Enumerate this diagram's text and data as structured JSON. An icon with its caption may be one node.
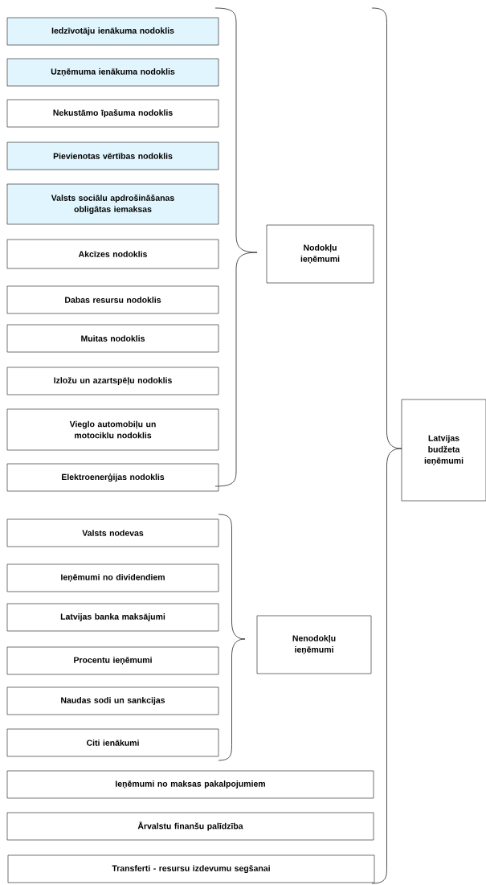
{
  "diagram": {
    "nodes": [
      {
        "text": [
          "Iedzīvotāju ienākuma nodoklis"
        ]
      },
      {
        "text": [
          "Uzņēmuma ienākuma nodoklis"
        ]
      },
      {
        "text": [
          "Nekustāmo īpašuma nodoklis"
        ]
      },
      {
        "text": [
          "Pievienotas vērtības nodoklis"
        ]
      },
      {
        "text": [
          "Valsts sociālu apdrošināšanas obligātas iemaksas"
        ]
      },
      {
        "text": [
          "Akcīzes nodoklis"
        ]
      },
      {
        "text": [
          "Dabas resursu nodoklis"
        ]
      },
      {
        "text": [
          "Muitas nodoklis"
        ]
      },
      {
        "text": [
          "Izložu un azartspēļu nodoklis"
        ]
      },
      {
        "text": [
          "Vieglo automobiļu un motociklu nodoklis"
        ]
      },
      {
        "text": [
          "Elektroenerģijas nodoklis"
        ]
      },
      {
        "text": [
          "Nodokļu ieņēmumi"
        ]
      },
      {
        "text": [
          "Valsts nodevas"
        ]
      },
      {
        "text": [
          "Ieņēmumi no dividendiem"
        ]
      },
      {
        "text": [
          "Latvijas banka maksājumi"
        ]
      },
      {
        "text": [
          "Procentu ieņēmumi"
        ]
      },
      {
        "text": [
          "Naudas sodi un sankcijas"
        ]
      },
      {
        "text": [
          "Citi ienākumi"
        ]
      },
      {
        "text": [
          "Nenodokļu ieņēmumi"
        ]
      },
      {
        "text": [
          "Ieņēmumi no maksas pakalpojumiem"
        ]
      },
      {
        "text": [
          "Ārvalstu finanšu palīdzība"
        ]
      },
      {
        "text": [
          "Transferti - resursu izdevumu segšanai"
        ]
      },
      {
        "text": [
          "Latvijas budžeta ieņēmumi"
        ]
      }
    ]
  }
}
